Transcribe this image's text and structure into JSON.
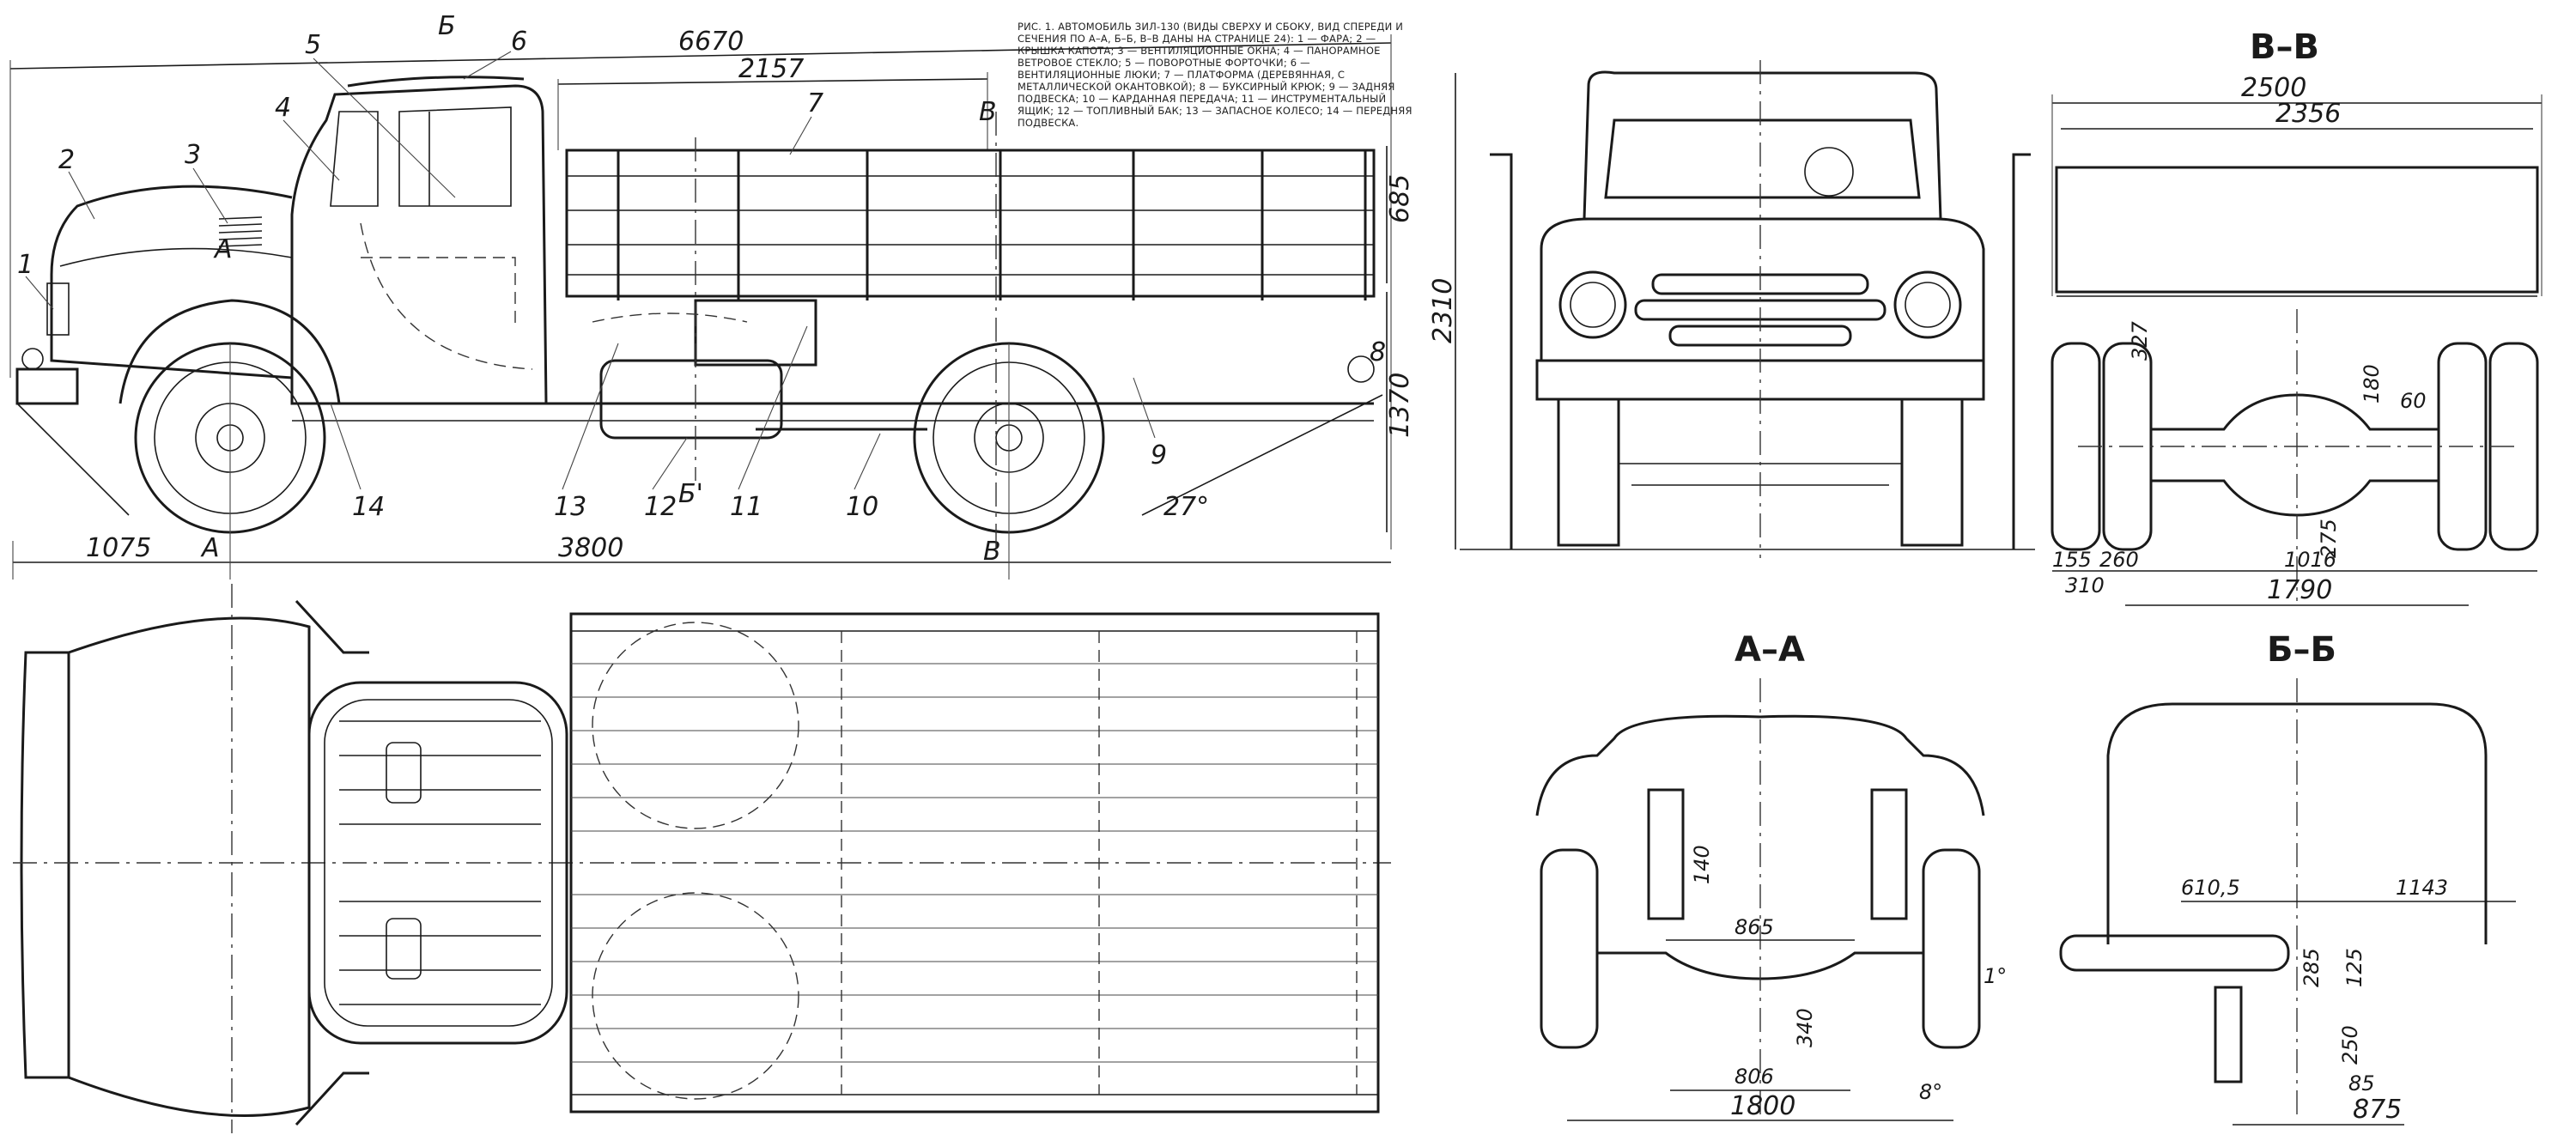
{
  "caption": "Рис. 1. Автомобиль ЗИЛ-130 (виды сверху и сбоку, вид спереди и сечения по А–А, Б–Б, В–В даны на странице 24): 1 — фара; 2 — крышка капота; 3 — вентиляционные окна; 4 — панорамное ветровое стекло; 5 — поворотные форточки; 6 — вентиляционные люки; 7 — платформа (деревянная, с металлической окантовкой); 8 — буксирный крюк; 9 — задняя подвеска; 10 — карданная передача; 11 — инструментальный ящик; 12 — топливный бак; 13 — запасное колесо; 14 — передняя подвеска.",
  "side_view": {
    "dims": {
      "overall_length": "6670",
      "platform_length": "2157",
      "front_overhang": "1075",
      "wheelbase": "3800",
      "side_height": "685",
      "platform_height": "1370",
      "departure_angle": "27°"
    },
    "callouts": [
      "1",
      "2",
      "3",
      "4",
      "5",
      "6",
      "7",
      "8",
      "9",
      "10",
      "11",
      "12",
      "13",
      "14"
    ],
    "section_marks": {
      "a": "А",
      "b": "Б",
      "v": "В",
      "b_one": "Б'"
    }
  },
  "front_view": {
    "title": "В–В",
    "dims": {
      "height": "2310"
    }
  },
  "rear_view": {
    "title": "В–В",
    "dims": {
      "overall_width": "2500",
      "platform_width": "2356",
      "d327": "327",
      "d180": "180",
      "d60": "60",
      "d275": "275",
      "d155": "155",
      "d260": "260",
      "d310": "310",
      "d1016": "1016",
      "track": "1790"
    }
  },
  "section_aa": {
    "title": "А–А",
    "dims": {
      "d140": "140",
      "d865": "865",
      "d340": "340",
      "d806": "806",
      "track": "1800",
      "angle8": "8°",
      "angle1": "1°"
    }
  },
  "section_bb": {
    "title": "Б–Б",
    "dims": {
      "d610": "610,5",
      "d1143": "1143",
      "d285": "285",
      "d125": "125",
      "d250": "250",
      "d85": "85",
      "d875": "875"
    }
  }
}
